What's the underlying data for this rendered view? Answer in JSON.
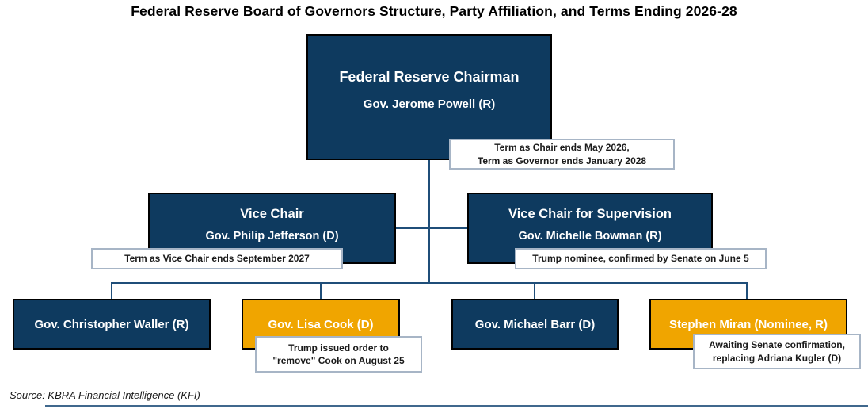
{
  "title": "Federal Reserve Board of Governors Structure, Party Affiliation, and Terms Ending 2026-28",
  "colors": {
    "navy": "#0E3A5F",
    "orange": "#F0A500",
    "line": "#1F4E79",
    "note_border": "#A7B5C6",
    "box_border": "#000000",
    "note_text": "#1A1A1A"
  },
  "chairman": {
    "role": "Federal Reserve Chairman",
    "name": "Gov. Jerome Powell (R)"
  },
  "chairman_note": {
    "line1": "Term as Chair ends May 2026,",
    "line2": "Term as Governor ends January 2028"
  },
  "vice_chair": {
    "role": "Vice Chair",
    "name": "Gov. Philip Jefferson (D)"
  },
  "vice_chair_note": {
    "line1": "Term as Vice Chair ends September 2027"
  },
  "vice_chair_supervision": {
    "role": "Vice Chair for Supervision",
    "name": "Gov. Michelle Bowman (R)"
  },
  "vice_chair_supervision_note": {
    "line1": "Trump nominee, confirmed by Senate on June 5"
  },
  "governors": [
    {
      "name": "Gov. Christopher Waller (R)",
      "party": "R",
      "highlight": "navy"
    },
    {
      "name": "Gov. Lisa Cook (D)",
      "party": "D",
      "highlight": "orange"
    },
    {
      "name": "Gov. Michael Barr (D)",
      "party": "D",
      "highlight": "navy"
    },
    {
      "name": "Stephen Miran (Nominee, R)",
      "party": "R",
      "highlight": "orange"
    }
  ],
  "cook_note": {
    "line1": "Trump issued order to",
    "line2": "\"remove\" Cook on August 25"
  },
  "miran_note": {
    "line1": "Awaiting Senate confirmation,",
    "line2": "replacing Adriana Kugler (D)"
  },
  "source": "Source: KBRA Financial Intelligence (KFI)"
}
